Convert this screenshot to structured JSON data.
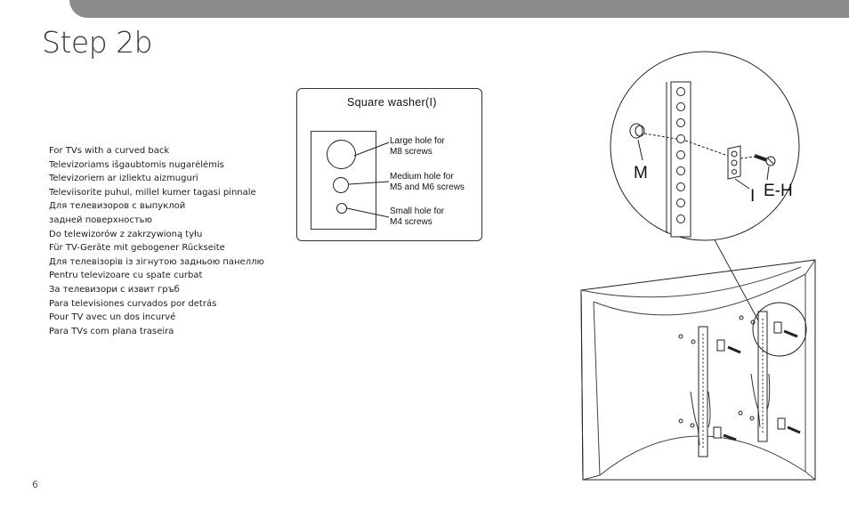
{
  "page": {
    "title": "Step 2b",
    "page_number": "6"
  },
  "languages": [
    "For TVs with a curved back",
    "Televizoriams išgaubtomis nugarėlėmis",
    "Televizoriem ar izliektu aizmuguri",
    "Televiisorite puhul, millel kumer tagasi pinnale",
    "Для телевизоров с выпуклой",
    "задней поверхностью",
    "Do telewizorów z zakrzywioną tyłu",
    "Für TV-Geräte mit gebogener Rückseite",
    "Для телевізорів із зігнутою задньою панеллю",
    "Pentru televizoare cu spate curbat",
    "За телевизори с извит гръб",
    "Para televisiones curvados por detrás",
    "Pour TV avec un dos incurvé",
    "Para TVs com plana traseira"
  ],
  "legend": {
    "title": "Square washer(I)",
    "large": "Large hole for\nM8 screws",
    "medium": "Medium hole for\nM5 and M6 screws",
    "small": "Small hole for\nM4 screws"
  },
  "callout": {
    "label_m": "M",
    "label_i": "I",
    "label_eh": "E-H"
  },
  "colors": {
    "header_bar": "#8c8c8c",
    "line_art": "#222222"
  }
}
